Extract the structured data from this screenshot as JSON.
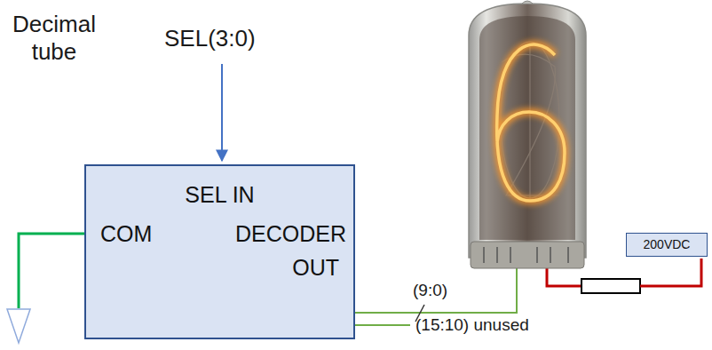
{
  "diagram": {
    "nodes": [
      {
        "text": [
          "SEL IN",
          "COM",
          "DECODER",
          "OUT"
        ]
      },
      {
        "text": [
          "200VDC"
        ]
      }
    ],
    "labels": [
      "Decimal tube",
      "SEL(3:0)",
      "(9:0)",
      "(15:10) unused"
    ]
  }
}
